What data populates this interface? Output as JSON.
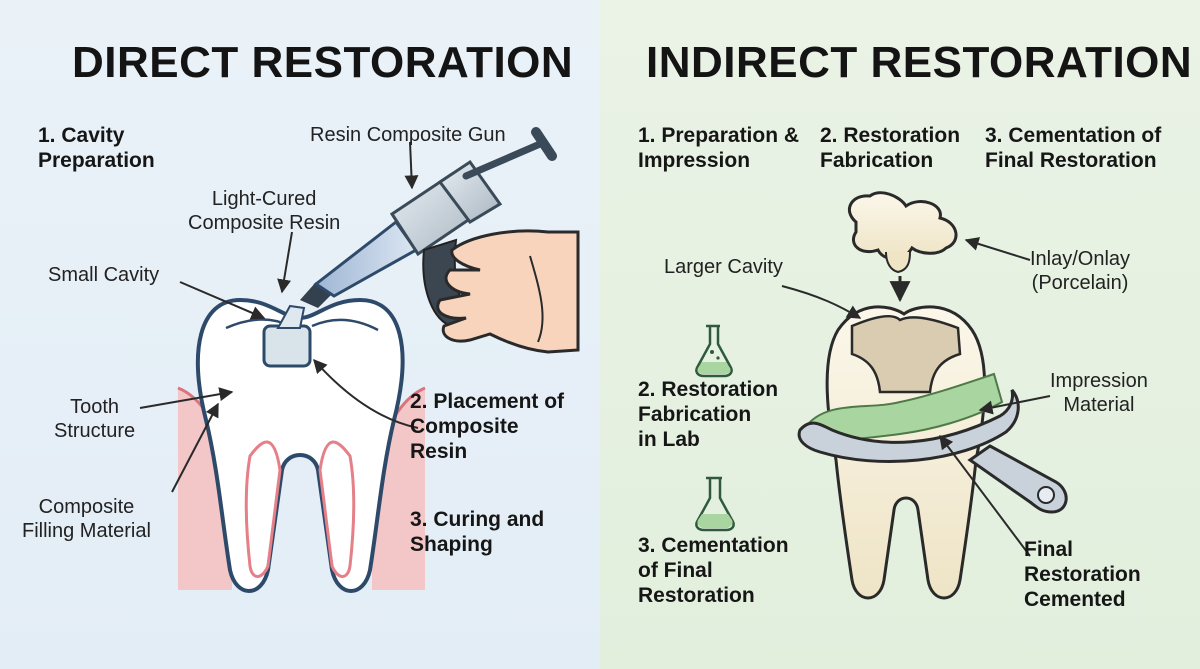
{
  "direct": {
    "title": "DIRECT RESTORATION",
    "step1": "1. Cavity\nPreparation",
    "step2": "2. Placement of\nComposite\nResin",
    "step3": "3. Curing and\nShaping",
    "labels": {
      "gun": "Resin Composite Gun",
      "resin": "Light-Cured\nComposite Resin",
      "cavity": "Small Cavity",
      "structure": "Tooth\nStructure",
      "filling": "Composite\nFilling Material"
    }
  },
  "indirect": {
    "title": "INDIRECT RESTORATION",
    "top_steps": [
      "1. Preparation &\nImpression",
      "2. Restoration\nFabrication",
      "3. Cementation of\nFinal Restoration"
    ],
    "side_step2": "2. Restoration\nFabrication\nin Lab",
    "side_step3": "3. Cementation\nof Final\nRestoration",
    "labels": {
      "inlay": "Inlay/Onlay\n(Porcelain)",
      "cavity": "Larger Cavity",
      "impression": "Impression\nMaterial",
      "final": "Final\nRestoration\nCemented"
    }
  },
  "icons": [
    "syringe-gun-icon",
    "hand-icon",
    "tooth-icon",
    "gum-icon",
    "flask-icon",
    "impression-tray-icon",
    "inlay-icon"
  ],
  "colors": {
    "left_bg": "#e6eff7",
    "right_bg": "#e6f1e1",
    "gum": "#f3c6c8",
    "gum_line": "#d9737c",
    "enamel_outline": "#2e4a6b",
    "composite": "#d8e3ea",
    "impression_green": "#a8d5a0",
    "ivory": "#f4eedb"
  }
}
